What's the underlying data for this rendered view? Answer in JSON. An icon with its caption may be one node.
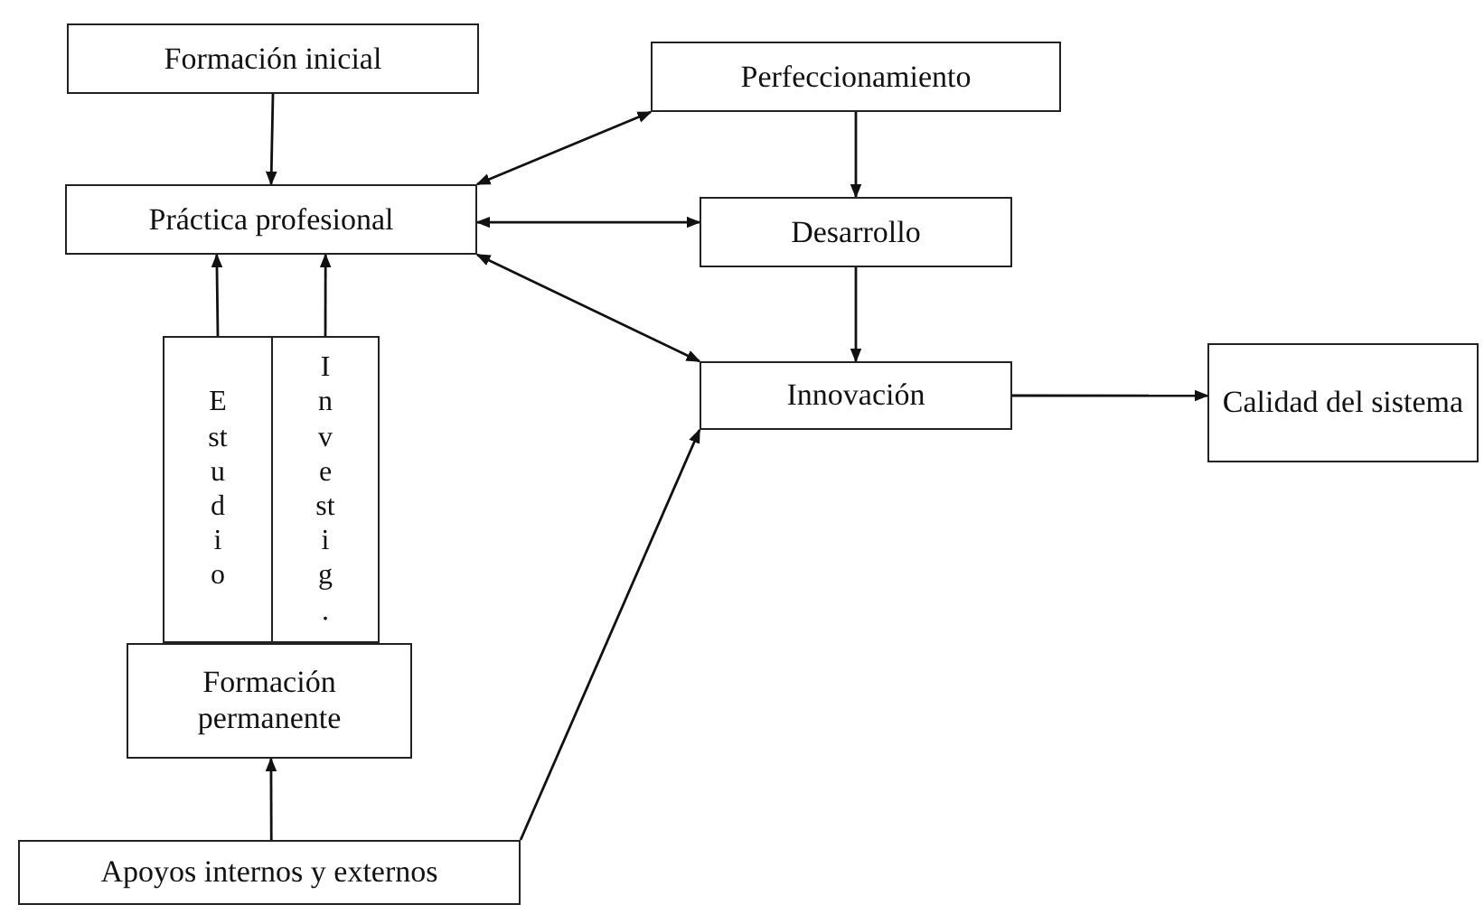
{
  "diagram": {
    "nodes": [
      {
        "text": [
          "Formación inicial"
        ]
      },
      {
        "text": [
          "Perfeccionamiento"
        ]
      },
      {
        "text": [
          "Práctica profesional"
        ]
      },
      {
        "text": [
          "Desarrollo"
        ]
      },
      {
        "text": [
          "Estudio"
        ]
      },
      {
        "text": [
          "Investig."
        ]
      },
      {
        "text": [
          "Innovación"
        ]
      },
      {
        "text": [
          "Calidad del sistema"
        ]
      },
      {
        "text": [
          "Formación permanente"
        ]
      },
      {
        "text": [
          "Apoyos internos y externos"
        ]
      }
    ],
    "edges": [
      {
        "from": 0,
        "to": 2,
        "arrow": "to"
      },
      {
        "from": 2,
        "to": 1,
        "arrow": "both"
      },
      {
        "from": 2,
        "to": 3,
        "arrow": "both"
      },
      {
        "from": 2,
        "to": 6,
        "arrow": "both"
      },
      {
        "from": 1,
        "to": 3,
        "arrow": "to"
      },
      {
        "from": 3,
        "to": 6,
        "arrow": "to"
      },
      {
        "from": 6,
        "to": 7,
        "arrow": "to"
      },
      {
        "from": 4,
        "to": 2,
        "arrow": "to"
      },
      {
        "from": 5,
        "to": 2,
        "arrow": "to"
      },
      {
        "from": 9,
        "to": 8,
        "arrow": "to"
      },
      {
        "from": 9,
        "to": 6,
        "arrow": "to"
      }
    ]
  }
}
